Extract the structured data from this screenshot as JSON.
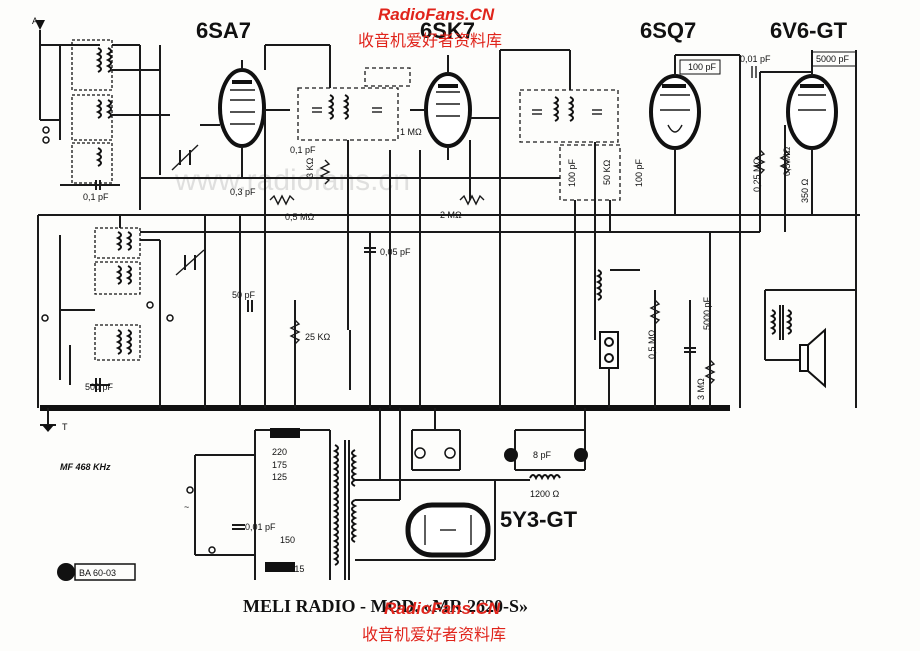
{
  "watermark": {
    "site_top": "RadioFans.CN",
    "cn_top": "收音机爱好者资料库",
    "site_bottom": "RadioFans.CN",
    "cn_bottom": "收音机爱好者资料库",
    "faint_center": "www.radiofans.cn"
  },
  "title": "MELI RADIO - MOD. «MR 2620-S»",
  "tubes": {
    "t1": "6SA7",
    "t2": "6SK7",
    "t3": "6SQ7",
    "t4": "6V6-GT",
    "rect": "5Y3-GT"
  },
  "components": {
    "c_01pf": "0,1 pF",
    "c_01pf_b": "0,1 pF",
    "c_03pf": "0,3 pF",
    "r_05m": "0,5 MΩ",
    "r_2m": "2 MΩ",
    "r_1m": "1 MΩ",
    "r_3ko": "3 KΩ",
    "r_50ko": "50 KΩ",
    "c_100pf_a": "100 pF",
    "c_100pf_b": "100 pF",
    "c_100pf_c": "100 pF",
    "c_001pf": "0,01 pF",
    "c_5000pf": "5000 pF",
    "r_025m": "0,25 MΩ",
    "r_05m_b": "0,5 MΩ",
    "r_350": "350 Ω",
    "c_005pf": "0,05 pF",
    "c_50pf": "50 pF",
    "r_25ko": "25 KΩ",
    "c_500pf": "500 pF",
    "r_05m_c": "0,5 MΩ",
    "c_5000pf_b": "5000 pF",
    "r_3m": "3 MΩ",
    "c_8pf": "8 pF",
    "r_1200": "1200 Ω",
    "c_001pf_b": "0,01 pF",
    "tap_220": "220",
    "tap_175": "175",
    "tap_125": "125",
    "tap_150": "150",
    "tap_115": "115"
  },
  "marks": {
    "antenna": "A",
    "earth": "T",
    "mf": "MF 468 KHz",
    "stamp": "BA 60-03"
  }
}
